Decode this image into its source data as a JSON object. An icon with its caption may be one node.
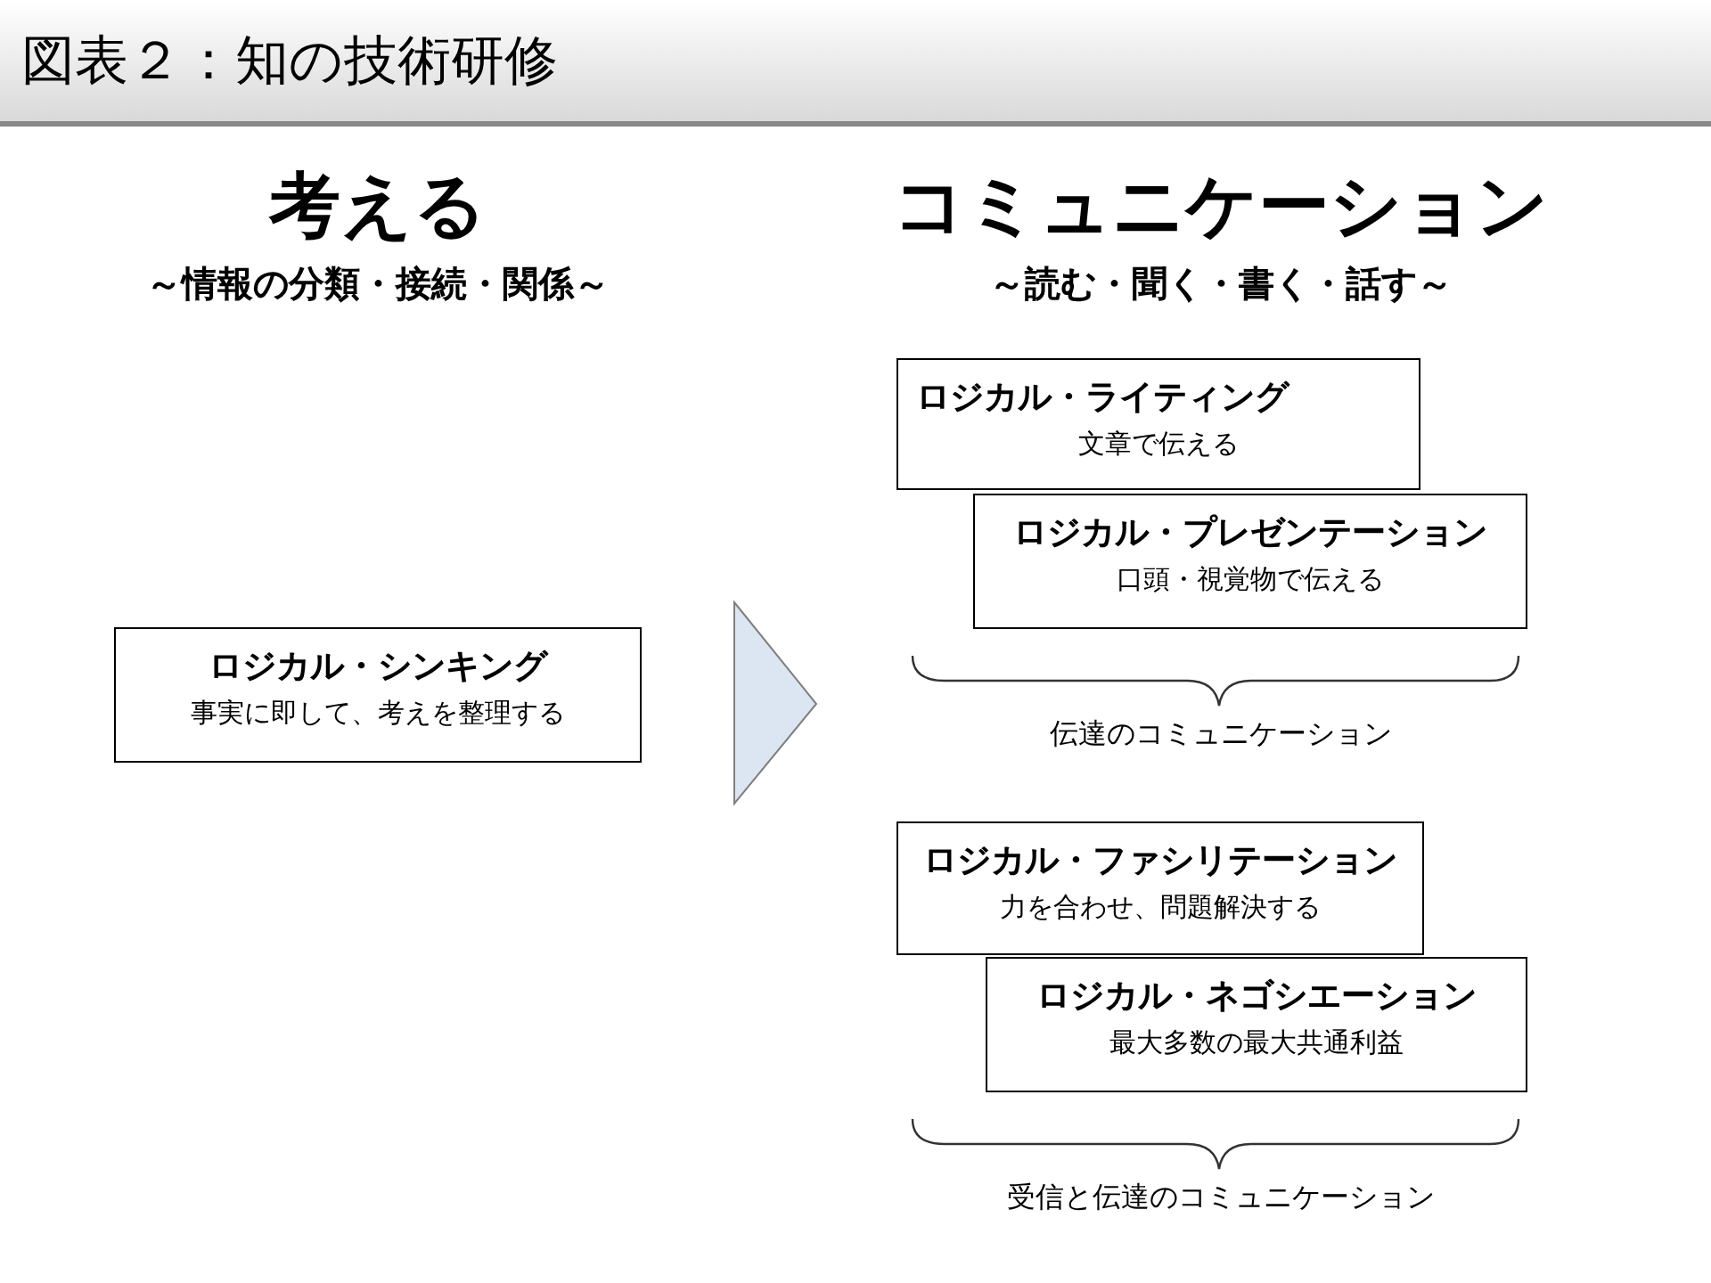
{
  "diagram": {
    "title": "図表２：知の技術研修",
    "nodes": [
      {
        "text": [
          "ロジカル・シンキング",
          "事実に即して、考えを整理する"
        ]
      },
      {
        "text": [
          "ロジカル・ライティング",
          "文章で伝える"
        ]
      },
      {
        "text": [
          "ロジカル・プレゼンテーション",
          "口頭・視覚物で伝える"
        ]
      },
      {
        "text": [
          "ロジカル・ファシリテーション",
          "力を合わせ、問題解決する"
        ]
      },
      {
        "text": [
          "ロジカル・ネゴシエーション",
          "最大多数の最大共通利益"
        ]
      }
    ],
    "labels": [
      "考える",
      "コミュニケーション",
      "～情報の分類・接続・関係～",
      "～読む・聞く・書く・話す～",
      "伝達のコミュニケーション",
      "受信と伝達のコミュニケーション"
    ]
  }
}
